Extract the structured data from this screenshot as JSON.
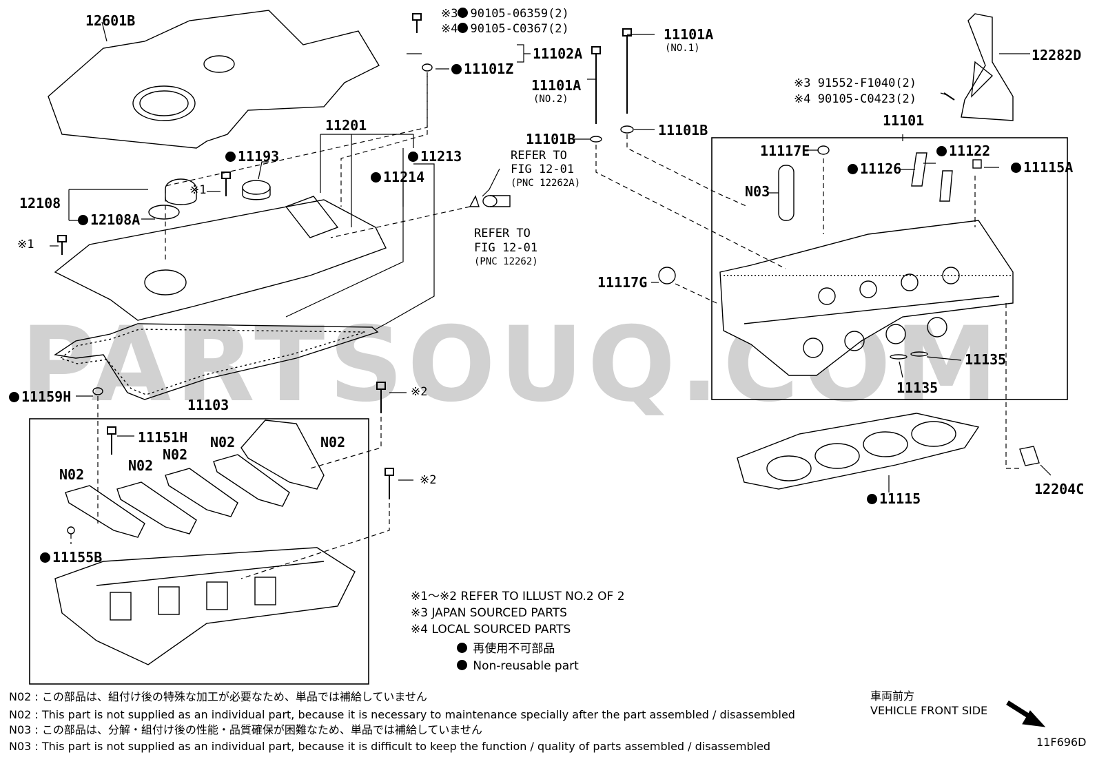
{
  "watermark": "PARTSOUQ.COM",
  "diagram_code": "11F696D",
  "labels": {
    "p12601B": "12601B",
    "ref3a": "※3",
    "p90105_06359": "90105-06359(2)",
    "ref4a": "※4",
    "p90105_C0367": "90105-C0367(2)",
    "p11102A": "11102A",
    "p11101Z": "11101Z",
    "p11101A_no1": "11101A",
    "no1": "(NO.1)",
    "p11101A_no2": "11101A",
    "no2": "(NO.2)",
    "p11101B_left": "11101B",
    "p11101B_right": "11101B",
    "p12282D": "12282D",
    "ref3b": "※3",
    "p91552_F1040": "91552-F1040(2)",
    "ref4b": "※4",
    "p90105_C0423": "90105-C0423(2)",
    "p11201": "11201",
    "p11193": "11193",
    "p11213": "11213",
    "p11214": "11214",
    "refer1": "REFER TO",
    "fig1": "FIG 12-01",
    "pnc1": "(PNC 12262A)",
    "refer2": "REFER TO",
    "fig2": "FIG 12-01",
    "pnc2": "(PNC 12262)",
    "p12108": "12108",
    "star1a": "※1",
    "p12108A": "12108A",
    "star1b": "※1",
    "p11101": "11101",
    "p11117E": "11117E",
    "p11122": "11122",
    "p11126": "11126",
    "p11115A": "11115A",
    "n03": "N03",
    "p11117G": "11117G",
    "p11135a": "11135",
    "p11135b": "11135",
    "p11159H": "11159H",
    "star2a": "※2",
    "p11103": "11103",
    "p11151H": "11151H",
    "n02a": "N02",
    "n02b": "N02",
    "n02c": "N02",
    "n02d": "N02",
    "n02e": "N02",
    "star2b": "※2",
    "p11155B": "11155B",
    "p11115": "11115",
    "p12204C": "12204C"
  },
  "legend": {
    "l1": "※1～※2  REFER TO ILLUST NO.2 OF 2",
    "l2": "※3 JAPAN SOURCED PARTS",
    "l3": "※4 LOCAL SOURCED PARTS",
    "l4": "再使用不可部品",
    "l5": "Non-reusable part"
  },
  "notes": {
    "n1": "N02 : この部品は、組付け後の特殊な加工が必要なため、単品では補給していません",
    "n2": "N02 : This part is not supplied as an individual part, because it is necessary to maintenance specially after the part assembled / disassembled",
    "n3": "N03 : この部品は、分解・組付け後の性能・品質確保が困難なため、単品では補給していません",
    "n4": "N03 : This part is not supplied as an individual part, because it is difficult to keep the function / quality of parts  assembled / disassembled"
  },
  "direction": {
    "jp": "車両前方",
    "en": "VEHICLE FRONT SIDE"
  }
}
